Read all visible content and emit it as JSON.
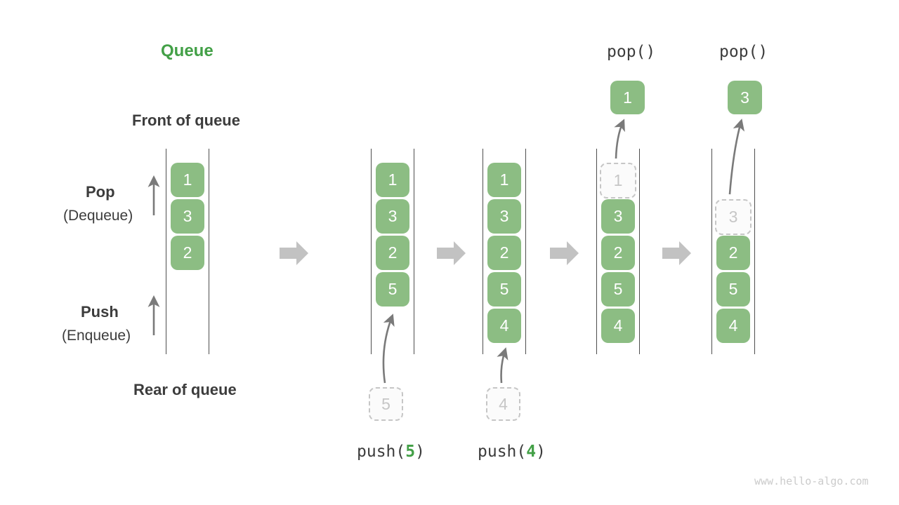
{
  "title": "Queue",
  "labels": {
    "front": "Front of queue",
    "rear": "Rear of queue",
    "pop": "Pop",
    "pop_sub": "(Dequeue)",
    "push": "Push",
    "push_sub": "(Enqueue)"
  },
  "operations": {
    "pop1": "pop()",
    "pop2": "pop()",
    "push1": {
      "prefix": "push(",
      "arg": "5",
      "suffix": ")"
    },
    "push2": {
      "prefix": "push(",
      "arg": "4",
      "suffix": ")"
    }
  },
  "popped": {
    "first": "1",
    "second": "3"
  },
  "pending": {
    "first": "5",
    "second": "4"
  },
  "queue_states": [
    {
      "items": [
        "1",
        "3",
        "2"
      ]
    },
    {
      "items": [
        "1",
        "3",
        "2",
        "5"
      ]
    },
    {
      "items": [
        "1",
        "3",
        "2",
        "5",
        "4"
      ]
    },
    {
      "dashed": "1",
      "items": [
        "3",
        "2",
        "5",
        "4"
      ]
    },
    {
      "dashed": "3",
      "items": [
        "2",
        "5",
        "4"
      ]
    }
  ],
  "colors": {
    "element_green": "#8CBD83",
    "accent_green": "#43A047",
    "text_dark": "#3C3C3C",
    "rail_gray": "#4E4E4E",
    "arrow_gray": "#7A7A7A",
    "block_arrow_gray": "#C2C2C2",
    "dashed_gray": "#C6C6C6"
  },
  "watermark": "www.hello-algo.com"
}
